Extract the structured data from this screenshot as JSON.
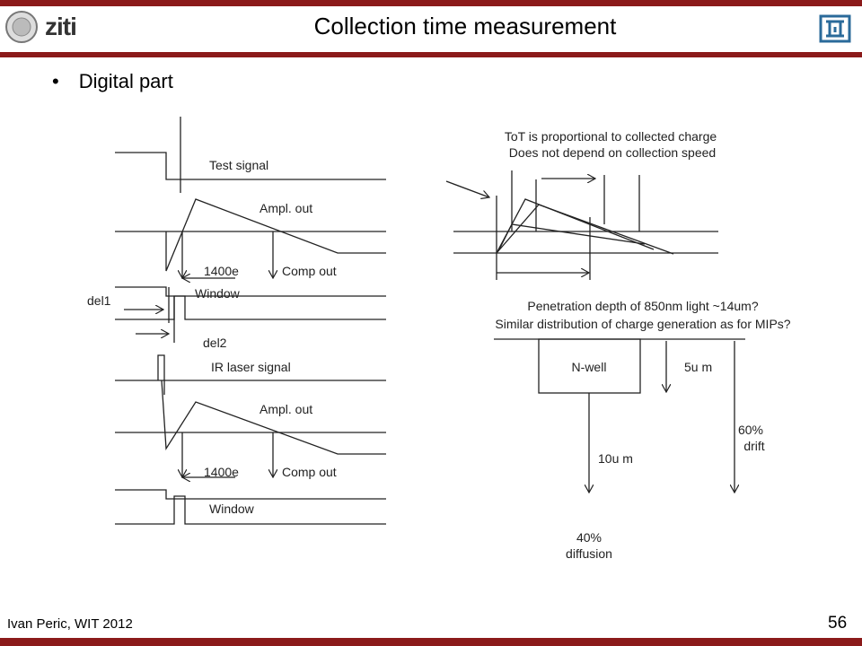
{
  "header": {
    "title": "Collection time measurement",
    "logo_text": "ziti"
  },
  "bullet": "Digital part",
  "footer": {
    "author": "Ivan Peric, WIT 2012",
    "page": "56"
  },
  "left_diagram": {
    "test_signal": "Test signal",
    "ampl_out_1": "Ampl. out",
    "threshold_1": "1400e",
    "comp_out_1": "Comp out",
    "window_1": "Window",
    "del1": "del1",
    "del2": "del2",
    "ir_signal": "IR laser signal",
    "ampl_out_2": "Ampl. out",
    "threshold_2": "1400e",
    "comp_out_2": "Comp out",
    "window_2": "Window"
  },
  "right_diagram": {
    "tot_line1": "ToT is proportional to collected charge",
    "tot_line2": "Does not depend on collection speed",
    "pen_line1": "Penetration depth of 850nm light ~14um?",
    "pen_line2": "Similar distribution of charge generation  as for MIPs?",
    "nwell": "N-well",
    "depth_5": "5u m",
    "depth_10": "10u m",
    "drift_pct": "60%",
    "drift": "drift",
    "diff_pct": "40%",
    "diffusion": "diffusion"
  },
  "colors": {
    "accent": "#8b1a1a"
  }
}
